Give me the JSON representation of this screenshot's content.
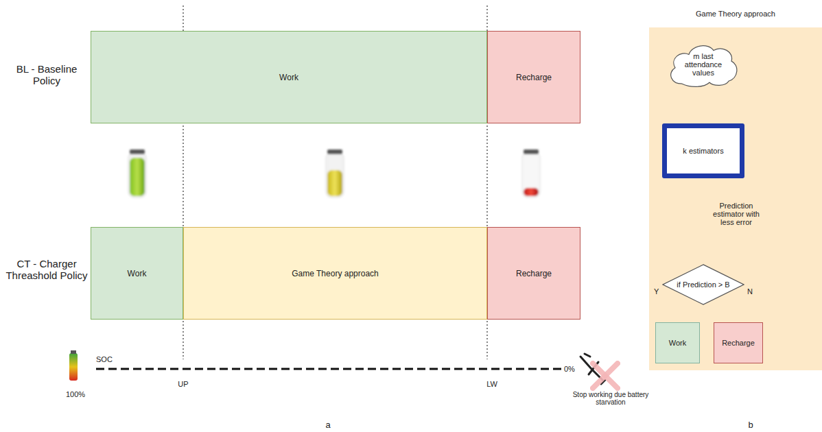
{
  "diagram": {
    "nodes": [
      {
        "text": [
          "Work"
        ]
      },
      {
        "text": [
          "Recharge"
        ]
      },
      {
        "text": [
          "Work"
        ]
      },
      {
        "text": [
          "Game Theory approach"
        ]
      },
      {
        "text": [
          "Recharge"
        ]
      },
      {
        "text": [
          "Game Theory approach"
        ]
      },
      {
        "text": [
          "m last attendance values"
        ],
        "in": 5
      },
      {
        "text": [
          "k estimators"
        ],
        "in": 5
      },
      {
        "text": [
          "if Prediction > B"
        ],
        "in": 5
      },
      {
        "text": [
          "Work"
        ],
        "in": 5
      },
      {
        "text": [
          "Recharge"
        ],
        "in": 5
      }
    ],
    "edges": [
      {
        "from": 6,
        "to": 7,
        "arrow": "to"
      },
      {
        "from": 7,
        "to": 8,
        "arrow": "to",
        "label": "Prediction estimator with less error"
      },
      {
        "from": 8,
        "to": 9,
        "arrow": "to",
        "label": "Y"
      },
      {
        "from": 8,
        "to": 10,
        "arrow": "to",
        "label": "N"
      }
    ],
    "labels": [
      "BL - Baseline Policy",
      "CT - Charger Threashold Policy",
      "SOC",
      "100%",
      "UP",
      "LW",
      "0%",
      "Stop working due battery starvation",
      "a",
      "b"
    ]
  }
}
